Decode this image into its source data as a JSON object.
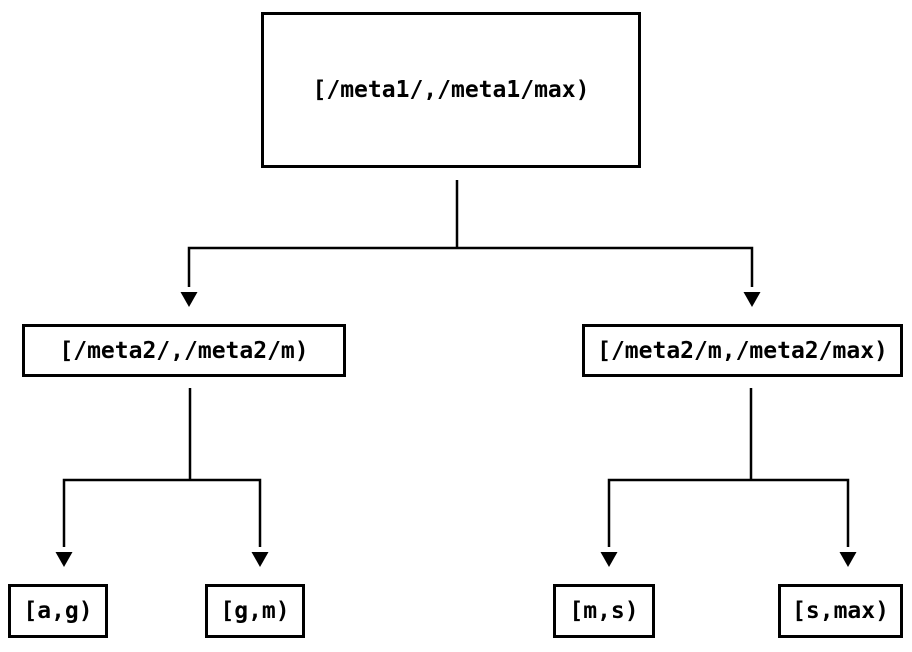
{
  "diagram": {
    "type": "interval-partition-tree",
    "colors": {
      "background": "#ffffff",
      "line": "#000000",
      "text": "#000000",
      "node_fill": "#ffffff"
    },
    "nodes": [
      {
        "id": "root",
        "label": "[/meta1/,/meta1/max)",
        "level": 0
      },
      {
        "id": "meta2-low",
        "label": "[/meta2/,/meta2/m)",
        "level": 1
      },
      {
        "id": "meta2-high",
        "label": "[/meta2/m,/meta2/max)",
        "level": 1
      },
      {
        "id": "leaf-ag",
        "label": "[a,g)",
        "level": 2
      },
      {
        "id": "leaf-gm",
        "label": "[g,m)",
        "level": 2
      },
      {
        "id": "leaf-ms",
        "label": "[m,s)",
        "level": 2
      },
      {
        "id": "leaf-smax",
        "label": "[s,max)",
        "level": 2
      }
    ],
    "edges": [
      {
        "from": "root",
        "to": "meta2-low"
      },
      {
        "from": "root",
        "to": "meta2-high"
      },
      {
        "from": "meta2-low",
        "to": "leaf-ag"
      },
      {
        "from": "meta2-low",
        "to": "leaf-gm"
      },
      {
        "from": "meta2-high",
        "to": "leaf-ms"
      },
      {
        "from": "meta2-high",
        "to": "leaf-smax"
      }
    ]
  }
}
